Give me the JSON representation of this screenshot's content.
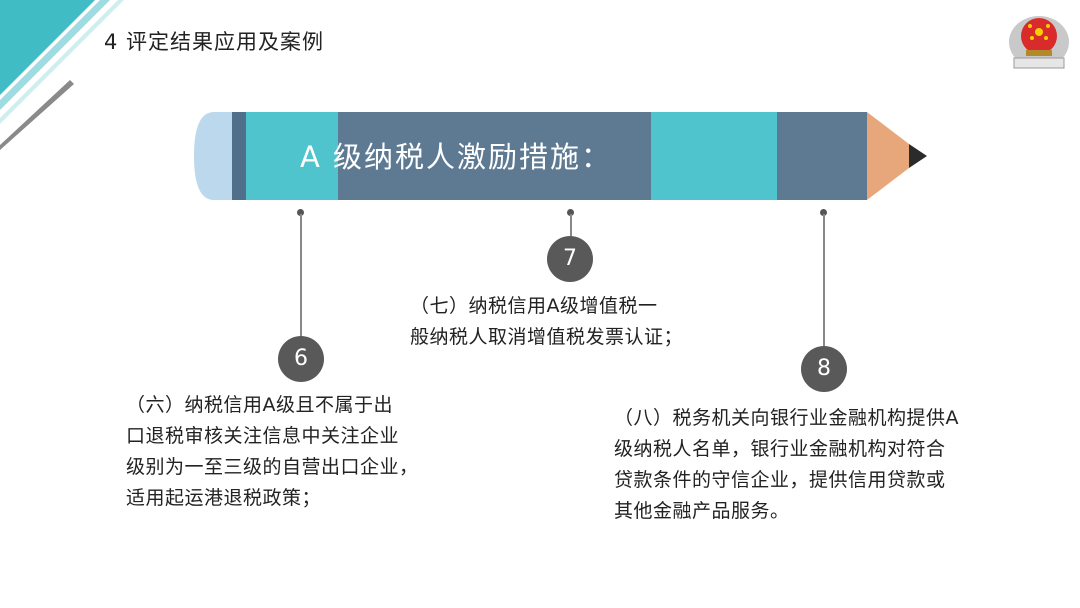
{
  "slide": {
    "title": "4 评定结果应用及案例"
  },
  "pencil": {
    "text": "A 级纳税人激励措施：",
    "colors": {
      "eraser": "#bcd8ec",
      "ferrule": "#4f6f8a",
      "teal": "#4fc4cc",
      "slate": "#5e7a93",
      "wood": "#e8a77a",
      "tip": "#2b2b2b"
    }
  },
  "items": [
    {
      "number": "6",
      "text_lines": [
        "（六）纳税信用A级且不属于出",
        "口退税审核关注信息中关注企业",
        "级别为一至三级的自营出口企业，",
        "适用起运港退税政策；"
      ]
    },
    {
      "number": "7",
      "text_lines": [
        "（七）纳税信用A级增值税一",
        "般纳税人取消增值税发票认证；"
      ]
    },
    {
      "number": "8",
      "text_lines": [
        "（八）税务机关向银行业金融机构提供A",
        "级纳税人名单，银行业金融机构对符合",
        "贷款条件的守信企业，提供信用贷款或",
        "其他金融产品服务。"
      ]
    }
  ]
}
